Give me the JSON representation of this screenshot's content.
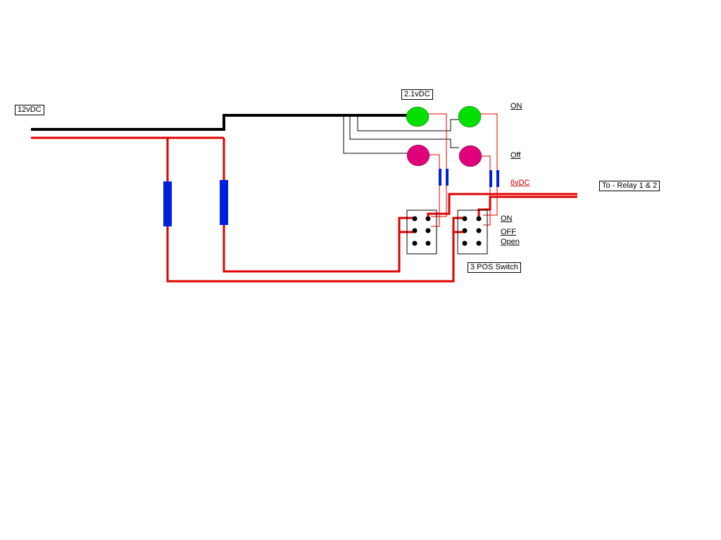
{
  "labels": {
    "supply": "12vDC",
    "led_voltage": "2.1vDC",
    "on": "ON",
    "off": "Off",
    "six_v": "6vDC",
    "relay": "To - Relay 1 & 2",
    "sw_on": "ON",
    "sw_off": "OFF",
    "sw_open": "Open",
    "switch": "3 POS Switch"
  },
  "colors": {
    "wire_black": "#000000",
    "wire_red": "#e00000",
    "led_green": "#00e000",
    "led_pink": "#e0007c",
    "resistor": "#0020e0",
    "label_red": "#d00000"
  }
}
